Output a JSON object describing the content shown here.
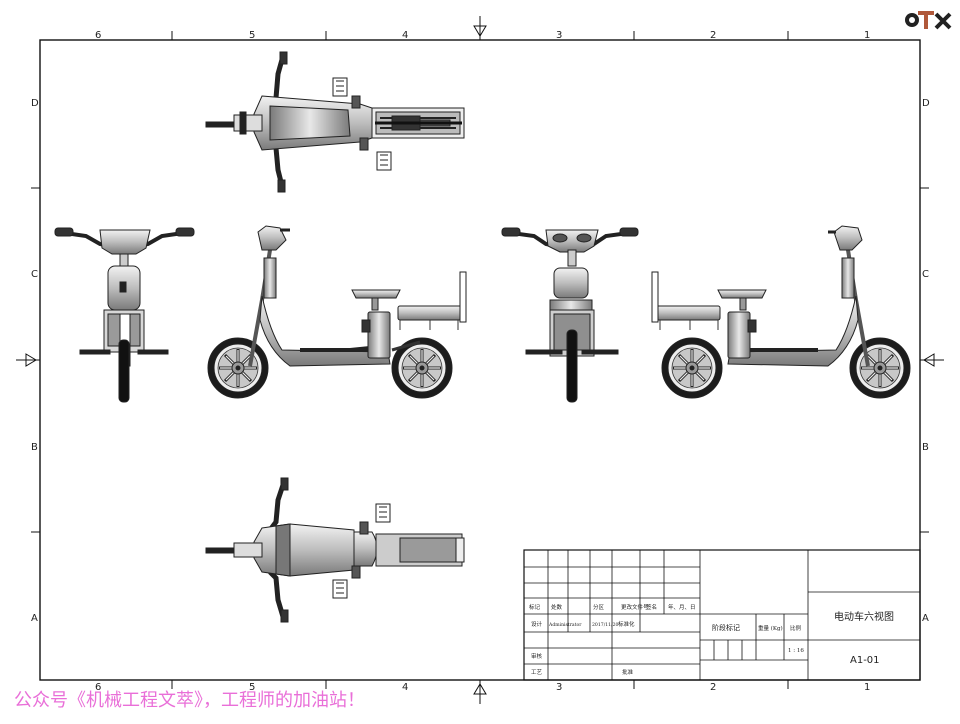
{
  "zones": {
    "columns": [
      "6",
      "5",
      "4",
      "3",
      "2",
      "1"
    ],
    "rows": [
      "D",
      "C",
      "B",
      "A"
    ]
  },
  "title_block": {
    "drawing_name": "电动车六视图",
    "drawing_number": "A1-01",
    "scale": "1 : 16",
    "stage_mark": "阶段标记",
    "weight": "重量 (Kg)",
    "scale_label": "比例",
    "headers": [
      "标记",
      "处数",
      "分区",
      "更改文件号",
      "签名",
      "年、月、日"
    ],
    "design_label": "设计",
    "designer": "Administrator",
    "date": "2017/11/20",
    "standardize": "标准化",
    "review": "审核",
    "process": "工艺",
    "approve": "批准"
  },
  "watermark": "公众号《机械工程文萃》，工程师的加油站！"
}
